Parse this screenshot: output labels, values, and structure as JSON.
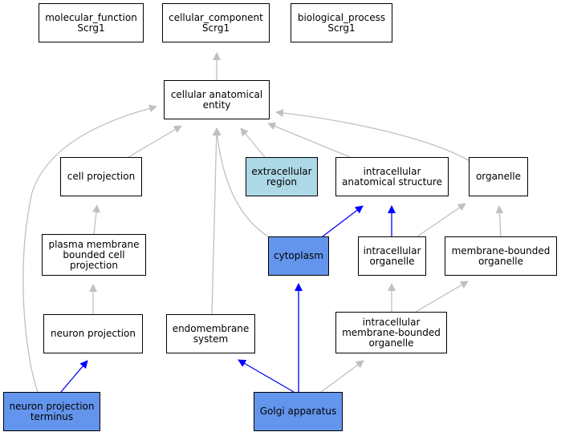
{
  "nodes": {
    "molecular_function": {
      "label": "molecular_function\nScrg1",
      "fill": "#ffffff"
    },
    "cellular_component": {
      "label": "cellular_component\nScrg1",
      "fill": "#ffffff"
    },
    "biological_process": {
      "label": "biological_process\nScrg1",
      "fill": "#ffffff"
    },
    "cellular_anatomical_entity": {
      "label": "cellular anatomical\nentity",
      "fill": "#ffffff"
    },
    "cell_projection": {
      "label": "cell projection",
      "fill": "#ffffff"
    },
    "extracellular_region": {
      "label": "extracellular\nregion",
      "fill": "#add8e6"
    },
    "intracellular_anatomical_structure": {
      "label": "intracellular\nanatomical structure",
      "fill": "#ffffff"
    },
    "organelle": {
      "label": "organelle",
      "fill": "#ffffff"
    },
    "plasma_membrane_bounded_cell_projection": {
      "label": "plasma membrane\nbounded cell\nprojection",
      "fill": "#ffffff"
    },
    "cytoplasm": {
      "label": "cytoplasm",
      "fill": "#6495ed"
    },
    "intracellular_organelle": {
      "label": "intracellular\norganelle",
      "fill": "#ffffff"
    },
    "membrane_bounded_organelle": {
      "label": "membrane-bounded\norganelle",
      "fill": "#ffffff"
    },
    "neuron_projection": {
      "label": "neuron projection",
      "fill": "#ffffff"
    },
    "endomembrane_system": {
      "label": "endomembrane\nsystem",
      "fill": "#ffffff"
    },
    "intracellular_membrane_bounded_organelle": {
      "label": "intracellular\nmembrane-bounded\norganelle",
      "fill": "#ffffff"
    },
    "neuron_projection_terminus": {
      "label": "neuron projection\nterminus",
      "fill": "#6495ed"
    },
    "golgi_apparatus": {
      "label": "Golgi apparatus",
      "fill": "#6495ed"
    }
  },
  "edges": [
    {
      "from": "cellular_anatomical_entity",
      "to": "cellular_component",
      "color": "#c0c0c0"
    },
    {
      "from": "cell_projection",
      "to": "cellular_anatomical_entity",
      "color": "#c0c0c0"
    },
    {
      "from": "extracellular_region",
      "to": "cellular_anatomical_entity",
      "color": "#c0c0c0"
    },
    {
      "from": "intracellular_anatomical_structure",
      "to": "cellular_anatomical_entity",
      "color": "#c0c0c0"
    },
    {
      "from": "organelle",
      "to": "cellular_anatomical_entity",
      "color": "#c0c0c0"
    },
    {
      "from": "neuron_projection_terminus",
      "to": "cellular_anatomical_entity",
      "color": "#c0c0c0"
    },
    {
      "from": "endomembrane_system",
      "to": "cellular_anatomical_entity",
      "color": "#c0c0c0"
    },
    {
      "from": "cytoplasm",
      "to": "cellular_anatomical_entity",
      "color": "#c0c0c0"
    },
    {
      "from": "plasma_membrane_bounded_cell_projection",
      "to": "cell_projection",
      "color": "#c0c0c0"
    },
    {
      "from": "neuron_projection",
      "to": "plasma_membrane_bounded_cell_projection",
      "color": "#c0c0c0"
    },
    {
      "from": "cytoplasm",
      "to": "intracellular_anatomical_structure",
      "color": "#0000ff"
    },
    {
      "from": "intracellular_organelle",
      "to": "intracellular_anatomical_structure",
      "color": "#0000ff"
    },
    {
      "from": "intracellular_organelle",
      "to": "organelle",
      "color": "#c0c0c0"
    },
    {
      "from": "membrane_bounded_organelle",
      "to": "organelle",
      "color": "#c0c0c0"
    },
    {
      "from": "intracellular_membrane_bounded_organelle",
      "to": "intracellular_organelle",
      "color": "#c0c0c0"
    },
    {
      "from": "intracellular_membrane_bounded_organelle",
      "to": "membrane_bounded_organelle",
      "color": "#c0c0c0"
    },
    {
      "from": "neuron_projection_terminus",
      "to": "neuron_projection",
      "color": "#0000ff"
    },
    {
      "from": "golgi_apparatus",
      "to": "endomembrane_system",
      "color": "#0000ff"
    },
    {
      "from": "golgi_apparatus",
      "to": "cytoplasm",
      "color": "#0000ff"
    },
    {
      "from": "golgi_apparatus",
      "to": "intracellular_membrane_bounded_organelle",
      "color": "#c0c0c0"
    }
  ]
}
